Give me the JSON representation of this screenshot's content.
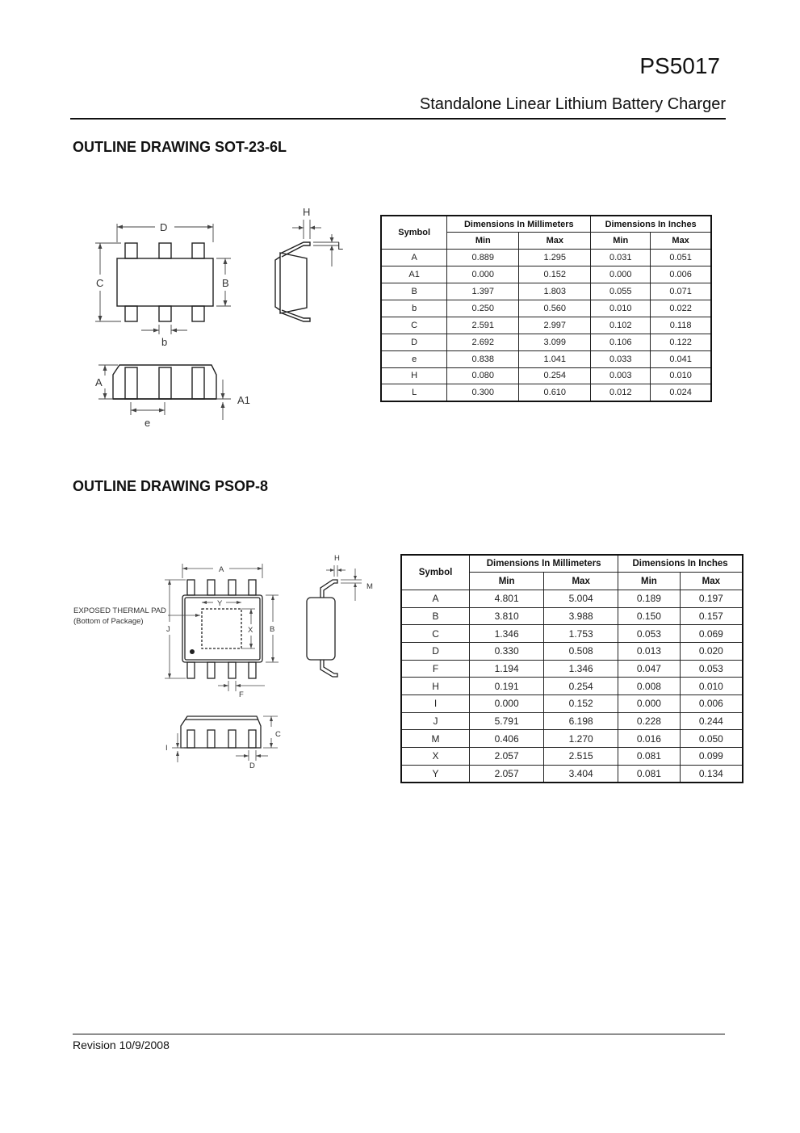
{
  "header": {
    "part_number": "PS5017",
    "subtitle": "Standalone Linear Lithium Battery Charger"
  },
  "sot": {
    "heading": "OUTLINE DRAWING SOT-23-6L",
    "labels": {
      "D": "D",
      "C": "C",
      "B": "B",
      "b": "b",
      "H": "H",
      "L": "L",
      "A": "A",
      "A1": "A1",
      "e": "e"
    },
    "table": {
      "symbol_header": "Symbol",
      "mm_header": "Dimensions In Millimeters",
      "in_header": "Dimensions In Inches",
      "min_label": "Min",
      "max_label": "Max",
      "rows": [
        {
          "sym": "A",
          "mm_min": "0.889",
          "mm_max": "1.295",
          "in_min": "0.031",
          "in_max": "0.051"
        },
        {
          "sym": "A1",
          "mm_min": "0.000",
          "mm_max": "0.152",
          "in_min": "0.000",
          "in_max": "0.006"
        },
        {
          "sym": "B",
          "mm_min": "1.397",
          "mm_max": "1.803",
          "in_min": "0.055",
          "in_max": "0.071"
        },
        {
          "sym": "b",
          "mm_min": "0.250",
          "mm_max": "0.560",
          "in_min": "0.010",
          "in_max": "0.022"
        },
        {
          "sym": "C",
          "mm_min": "2.591",
          "mm_max": "2.997",
          "in_min": "0.102",
          "in_max": "0.118"
        },
        {
          "sym": "D",
          "mm_min": "2.692",
          "mm_max": "3.099",
          "in_min": "0.106",
          "in_max": "0.122"
        },
        {
          "sym": "e",
          "mm_min": "0.838",
          "mm_max": "1.041",
          "in_min": "0.033",
          "in_max": "0.041"
        },
        {
          "sym": "H",
          "mm_min": "0.080",
          "mm_max": "0.254",
          "in_min": "0.003",
          "in_max": "0.010"
        },
        {
          "sym": "L",
          "mm_min": "0.300",
          "mm_max": "0.610",
          "in_min": "0.012",
          "in_max": "0.024"
        }
      ]
    }
  },
  "psop": {
    "heading": "OUTLINE DRAWING PSOP-8",
    "labels": {
      "thermal_pad_line1": "EXPOSED THERMAL PAD",
      "thermal_pad_line2": "(Bottom of Package)",
      "A": "A",
      "Y": "Y",
      "X": "X",
      "J": "J",
      "B": "B",
      "F": "F",
      "H": "H",
      "M": "M",
      "C": "C",
      "I": "I",
      "D": "D"
    },
    "table": {
      "symbol_header": "Symbol",
      "mm_header": "Dimensions In Millimeters",
      "in_header": "Dimensions In Inches",
      "min_label": "Min",
      "max_label": "Max",
      "rows": [
        {
          "sym": "A",
          "mm_min": "4.801",
          "mm_max": "5.004",
          "in_min": "0.189",
          "in_max": "0.197"
        },
        {
          "sym": "B",
          "mm_min": "3.810",
          "mm_max": "3.988",
          "in_min": "0.150",
          "in_max": "0.157"
        },
        {
          "sym": "C",
          "mm_min": "1.346",
          "mm_max": "1.753",
          "in_min": "0.053",
          "in_max": "0.069"
        },
        {
          "sym": "D",
          "mm_min": "0.330",
          "mm_max": "0.508",
          "in_min": "0.013",
          "in_max": "0.020"
        },
        {
          "sym": "F",
          "mm_min": "1.194",
          "mm_max": "1.346",
          "in_min": "0.047",
          "in_max": "0.053"
        },
        {
          "sym": "H",
          "mm_min": "0.191",
          "mm_max": "0.254",
          "in_min": "0.008",
          "in_max": "0.010"
        },
        {
          "sym": "I",
          "mm_min": "0.000",
          "mm_max": "0.152",
          "in_min": "0.000",
          "in_max": "0.006"
        },
        {
          "sym": "J",
          "mm_min": "5.791",
          "mm_max": "6.198",
          "in_min": "0.228",
          "in_max": "0.244"
        },
        {
          "sym": "M",
          "mm_min": "0.406",
          "mm_max": "1.270",
          "in_min": "0.016",
          "in_max": "0.050"
        },
        {
          "sym": "X",
          "mm_min": "2.057",
          "mm_max": "2.515",
          "in_min": "0.081",
          "in_max": "0.099"
        },
        {
          "sym": "Y",
          "mm_min": "2.057",
          "mm_max": "3.404",
          "in_min": "0.081",
          "in_max": "0.134"
        }
      ]
    }
  },
  "footer": {
    "revision": "Revision 10/9/2008"
  }
}
